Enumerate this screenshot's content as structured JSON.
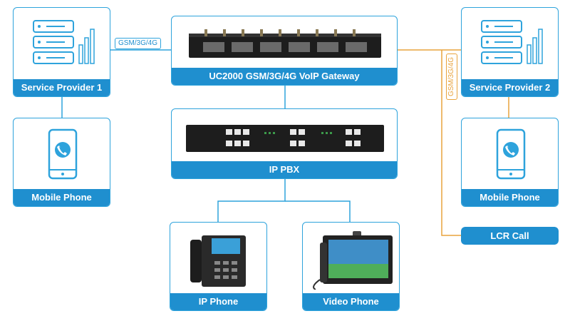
{
  "nodes": {
    "service_provider_1": "Service Provider 1",
    "gateway": "UC2000 GSM/3G/4G VoIP Gateway",
    "service_provider_2": "Service Provider 2",
    "mobile_phone_left": "Mobile Phone",
    "ip_pbx": "IP PBX",
    "mobile_phone_right": "Mobile Phone",
    "lcr_call": "LCR Call",
    "ip_phone": "IP Phone",
    "video_phone": "Video Phone"
  },
  "link_labels": {
    "left": "GSM/3G/4G",
    "right": "GSM/3G/4G"
  },
  "colors": {
    "accent": "#1f8fcf",
    "border": "#2ea3dc",
    "cellular_link": "#e8a33d"
  },
  "icons": [
    "server-icon",
    "signal-bars-icon",
    "mobile-phone-icon",
    "gateway-device-icon",
    "pbx-device-icon",
    "desk-phone-icon",
    "video-phone-icon"
  ]
}
